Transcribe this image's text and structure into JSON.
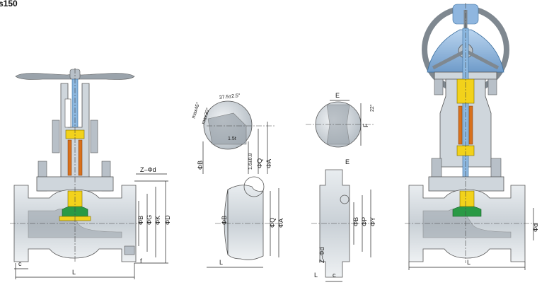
{
  "header": {
    "title": "s150"
  },
  "labels": {
    "z_phi_d_top": "Z–Φd",
    "phi_b": "ΦB",
    "phi_g": "ΦG",
    "phi_k": "ΦK",
    "phi_d": "ΦD",
    "c": "c",
    "l": "L",
    "f": "f",
    "max45": "max45°",
    "max30": "max30°",
    "angle": "37.5±2.5°",
    "r15": "1.5t",
    "d16": "1.6±0.8",
    "phi_q": "ΦQ",
    "phi_a": "ΦA",
    "phi_b2": "ΦB",
    "e": "E",
    "ang22": "22°",
    "f_top": "F",
    "phi_b3": "ΦB",
    "phi_q2": "ΦQ",
    "phi_a2": "ΦA",
    "l2": "L",
    "e2": "E",
    "phi_b4": "ΦB",
    "phi_p": "ΦP",
    "phi_y": "ΦY",
    "z_phi_d2": "Z–Φd",
    "l3": "L",
    "c2": "c",
    "l4": "L",
    "phi_d2": "Φd"
  },
  "colors": {
    "stem": "#8db8e0",
    "packing": "#f2d21b",
    "seat": "#2a9a45",
    "spring": "#d8701c",
    "gearbox": "#8fb6df",
    "handwheel": "#9aa3ab"
  }
}
